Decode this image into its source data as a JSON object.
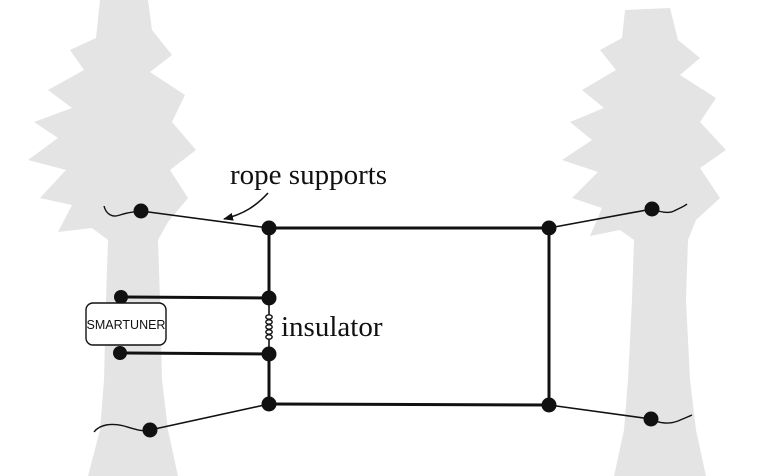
{
  "labels": {
    "rope_supports": "rope supports",
    "insulator": "insulator",
    "tuner": "SMARTUNER"
  },
  "colors": {
    "tree": "#e4e4e4",
    "wire": "#111111",
    "node": "#111111",
    "tuner_box": "#ffffff"
  },
  "icons": {
    "tree_left": "tree-silhouette",
    "tree_right": "tree-silhouette",
    "insulator": "insulator-coil"
  }
}
